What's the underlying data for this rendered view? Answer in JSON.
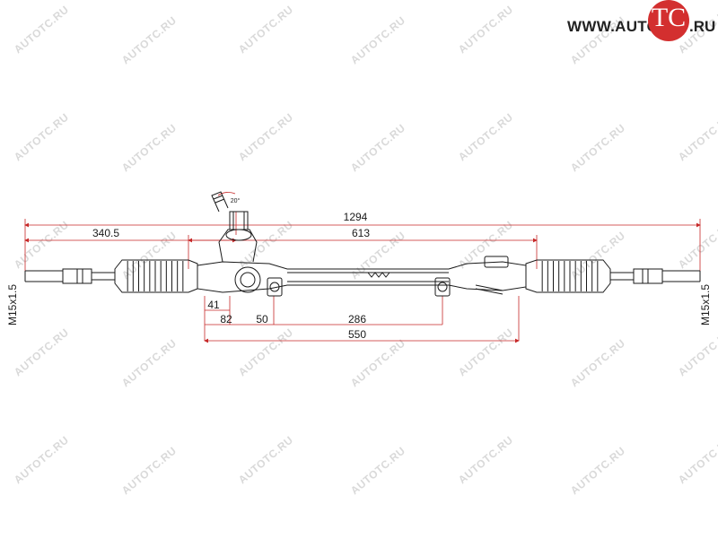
{
  "logo": {
    "prefix": "WWW.AUTO",
    "mark": "TC",
    "suffix": ".RU",
    "brand_color": "#d32f2f"
  },
  "watermark": "AUTOTC.RU",
  "dimensions": {
    "total_length": "1294",
    "left_offset": "340.5",
    "housing_length": "613",
    "d41": "41",
    "d82": "82",
    "d50": "50",
    "d286": "286",
    "d550": "550",
    "pinion_angle": "20°"
  },
  "thread_left": "M15x1.5",
  "thread_right": "M15x1.5",
  "colors": {
    "line": "#1a1a1a",
    "dimension_line": "#c62828",
    "watermark": "#d9d9d9"
  }
}
